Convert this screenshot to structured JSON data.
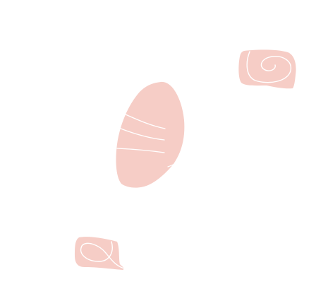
{
  "colors": {
    "background": "#ffffff",
    "blob_fill": "#f6cdc6",
    "line_stroke": "#ffffff"
  },
  "shapes": [
    {
      "name": "swirl-square-top-right"
    },
    {
      "name": "striped-oval-center"
    },
    {
      "name": "loop-square-bottom-left"
    }
  ]
}
